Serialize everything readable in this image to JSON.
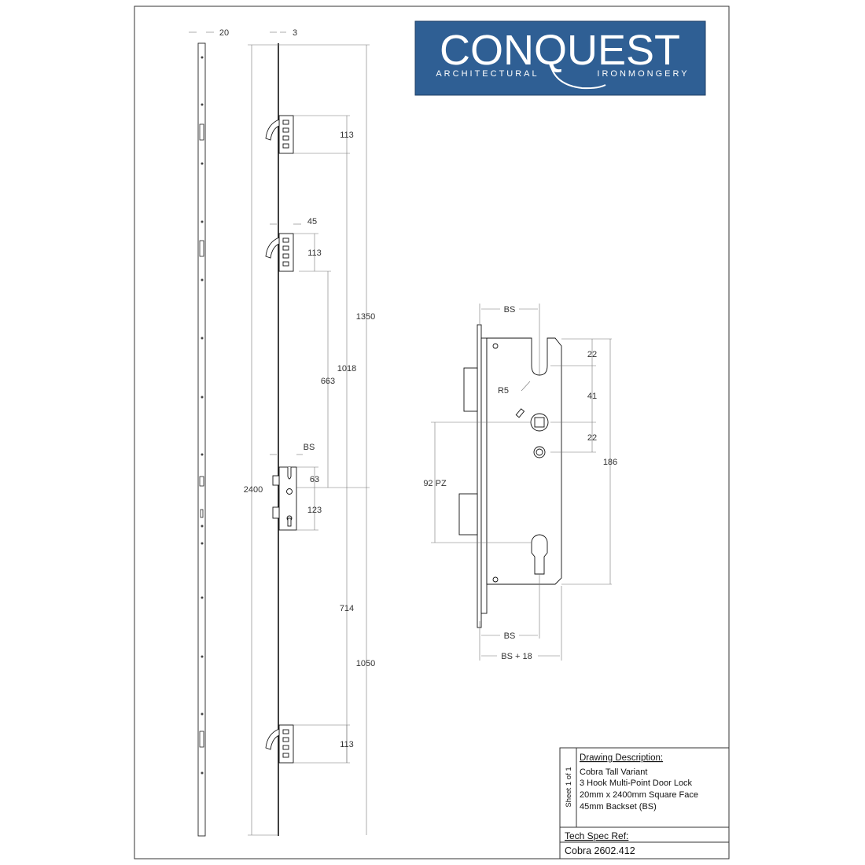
{
  "logo": {
    "brand": "CONQUEST",
    "tag_left": "ARCHITECTURAL",
    "tag_right": "IRONMONGERY",
    "bg_color": "#2f5f94",
    "text_color": "#ffffff"
  },
  "dimensions": {
    "faceplate_width": "20",
    "faceplate_thickness": "3",
    "overall_length": "2400",
    "hook_top_to_gearbox": "1350",
    "hook_mid_to_gearbox": "1018",
    "hook_mid_lower_to_gearbox": "663",
    "hook_height_top": "113",
    "hook_height_mid": "113",
    "hook_height_bottom": "113",
    "hook_backset": "45",
    "gearbox_backset": "BS",
    "gearbox_upper": "63",
    "gearbox_lower": "123",
    "lower_span": "714",
    "lower_hook_to_gearbox": "1050"
  },
  "detail": {
    "bs_top": "BS",
    "bs_bottom": "BS",
    "bs_plus": "BS + 18",
    "radius": "R5",
    "dim_22_top": "22",
    "dim_41": "41",
    "dim_22_lower": "22",
    "dim_186": "186",
    "dim_92pz": "92 PZ"
  },
  "title_block": {
    "sheet": "Sheet 1 of 1",
    "heading": "Drawing Description:",
    "line1": "Cobra Tall Variant",
    "line2": "3 Hook Multi-Point Door Lock",
    "line3": "20mm x 2400mm Square Face",
    "line4": "45mm Backset (BS)",
    "tech_heading": "Tech Spec Ref:",
    "tech_value": "Cobra 2602.412"
  }
}
